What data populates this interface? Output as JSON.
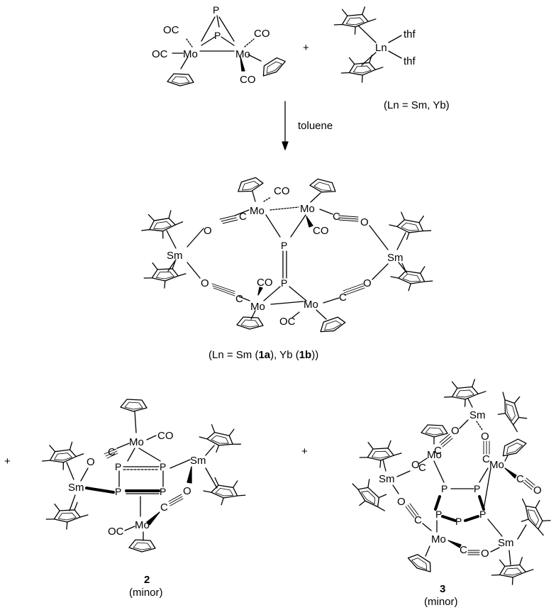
{
  "labels": {
    "P": "P",
    "Mo": "Mo",
    "Sm": "Sm",
    "Ln": "Ln",
    "CO": "CO",
    "OC": "OC",
    "O": "O",
    "C": "C",
    "thf": "thf",
    "plus": "+"
  },
  "reactant_note": "(Ln = Sm, Yb)",
  "arrow_label": "toluene",
  "product1": {
    "caption_prefix": "(Ln = Sm (",
    "id_a": "1a",
    "caption_mid": "), Yb (",
    "id_b": "1b",
    "caption_suffix": "))"
  },
  "product2": {
    "id": "2",
    "note": "(minor)"
  },
  "product3": {
    "id": "3",
    "note": "(minor)"
  }
}
